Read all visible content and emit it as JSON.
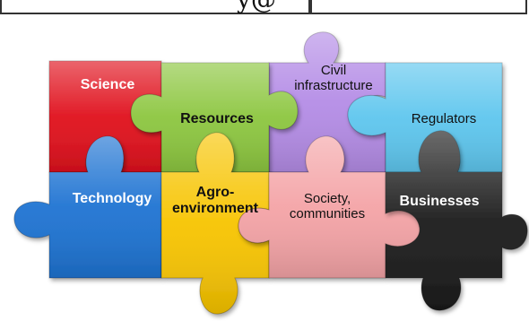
{
  "header": {
    "partial_text": "y@"
  },
  "pieces": [
    {
      "id": "science",
      "label": "Science",
      "color": "#e0101c",
      "text_color": "#ffffff"
    },
    {
      "id": "resources",
      "label": "Resources",
      "color": "#8cc63f",
      "text_color": "#111111"
    },
    {
      "id": "civil",
      "label": "Civil infrastructure",
      "label_lines": [
        "Civil",
        "infrastructure"
      ],
      "color": "#b48ce6",
      "text_color": "#111111"
    },
    {
      "id": "regulators",
      "label": "Regulators",
      "color": "#5ec6ee",
      "text_color": "#111111"
    },
    {
      "id": "technology",
      "label": "Technology",
      "color": "#1e73d2",
      "text_color": "#ffffff"
    },
    {
      "id": "agroenv",
      "label": "Agro-environment",
      "label_lines": [
        "Agro-",
        "environment"
      ],
      "color": "#f7c400",
      "text_color": "#111111"
    },
    {
      "id": "society",
      "label": "Society, communities",
      "label_lines": [
        "Society,",
        "communities"
      ],
      "color": "#f4a3a6",
      "text_color": "#111111"
    },
    {
      "id": "businesses",
      "label": "Businesses",
      "color": "#1b1b1b",
      "text_color": "#ffffff"
    }
  ]
}
